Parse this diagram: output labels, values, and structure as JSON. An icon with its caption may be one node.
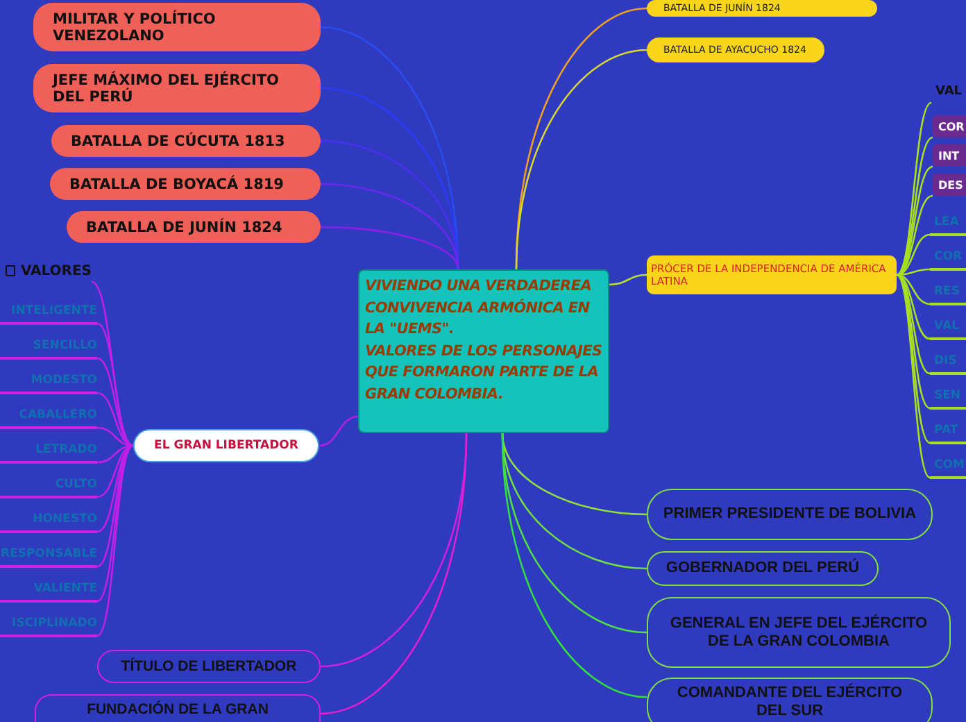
{
  "diagram": {
    "nodes": [
      {
        "text": [
          "VIVIENDO UNA VERDADEREA CONVIVENCIA ARMÓNICA EN LA \"UEMS\".",
          "VALORES DE LOS PERSONAJES QUE FORMARON PARTE DE LA GRAN COLOMBIA."
        ]
      },
      {
        "text": [
          "MILITAR Y POLÍTICO VENEZOLANO"
        ]
      },
      {
        "text": [
          "JEFE MÁXIMO DEL EJÉRCITO DEL PERÚ"
        ]
      },
      {
        "text": [
          "BATALLA DE CÚCUTA 1813"
        ]
      },
      {
        "text": [
          "BATALLA DE BOYACÁ 1819"
        ]
      },
      {
        "text": [
          "BATALLA DE JUNÍN 1824"
        ]
      },
      {
        "text": [
          "EL GRAN LIBERTADOR"
        ]
      },
      {
        "text": [
          "VALORES"
        ]
      },
      {
        "text": [
          "INTELIGENTE"
        ]
      },
      {
        "text": [
          "SENCILLO"
        ]
      },
      {
        "text": [
          "MODESTO"
        ]
      },
      {
        "text": [
          "CABALLERO"
        ]
      },
      {
        "text": [
          "LETRADO"
        ]
      },
      {
        "text": [
          "CULTO"
        ]
      },
      {
        "text": [
          "HONESTO"
        ]
      },
      {
        "text": [
          "RESPONSABLE"
        ]
      },
      {
        "text": [
          "VALIENTE"
        ]
      },
      {
        "text": [
          "ISCIPLINADO"
        ]
      },
      {
        "text": [
          "TÍTULO DE LIBERTADOR"
        ]
      },
      {
        "text": [
          "FUNDACIÓN DE LA GRAN"
        ]
      },
      {
        "text": [
          "BATALLA DE JUNÍN 1824"
        ]
      },
      {
        "text": [
          "BATALLA DE AYACUCHO 1824"
        ]
      },
      {
        "text": [
          "PRÓCER DE LA INDEPENDENCIA DE AMÉRICA LATINA"
        ]
      },
      {
        "text": [
          "VAL"
        ]
      },
      {
        "text": [
          "COR"
        ]
      },
      {
        "text": [
          "INT"
        ]
      },
      {
        "text": [
          "DES"
        ]
      },
      {
        "text": [
          "LEA"
        ]
      },
      {
        "text": [
          "COR"
        ]
      },
      {
        "text": [
          "RES"
        ]
      },
      {
        "text": [
          "VAL"
        ]
      },
      {
        "text": [
          "DIS"
        ]
      },
      {
        "text": [
          "SEN"
        ]
      },
      {
        "text": [
          "PAT"
        ]
      },
      {
        "text": [
          "COM"
        ]
      },
      {
        "text": [
          "PRIMER PRESIDENTE DE BOLIVIA"
        ]
      },
      {
        "text": [
          "GOBERNADOR DEL PERÚ"
        ]
      },
      {
        "text": [
          "GENERAL EN JEFE DEL EJÉRCITO DE LA GRAN COLOMBIA"
        ]
      },
      {
        "text": [
          "COMANDANTE DEL EJÉRCITO DEL SUR"
        ]
      }
    ],
    "edges": [
      {
        "from": 0,
        "to": 1,
        "arrow": "none",
        "color": "#2a4cf0"
      },
      {
        "from": 0,
        "to": 2,
        "arrow": "none",
        "color": "#2a3cf8"
      },
      {
        "from": 0,
        "to": 3,
        "arrow": "none",
        "color": "#4a30f0"
      },
      {
        "from": 0,
        "to": 4,
        "arrow": "none",
        "color": "#6a28f0"
      },
      {
        "from": 0,
        "to": 5,
        "arrow": "none",
        "color": "#8a20e8"
      },
      {
        "from": 0,
        "to": 6,
        "arrow": "none",
        "color": "#b020e0"
      },
      {
        "from": 6,
        "to": 7,
        "arrow": "none",
        "color": "#c020e8"
      },
      {
        "from": 6,
        "to": 8,
        "arrow": "none",
        "color": "#c020e8"
      },
      {
        "from": 6,
        "to": 9,
        "arrow": "none",
        "color": "#c020e8"
      },
      {
        "from": 6,
        "to": 10,
        "arrow": "none",
        "color": "#c020e8"
      },
      {
        "from": 6,
        "to": 11,
        "arrow": "none",
        "color": "#c020e8"
      },
      {
        "from": 6,
        "to": 12,
        "arrow": "none",
        "color": "#c020e8"
      },
      {
        "from": 6,
        "to": 13,
        "arrow": "none",
        "color": "#c020e8"
      },
      {
        "from": 6,
        "to": 14,
        "arrow": "none",
        "color": "#c020e8"
      },
      {
        "from": 6,
        "to": 15,
        "arrow": "none",
        "color": "#c020e8"
      },
      {
        "from": 6,
        "to": 16,
        "arrow": "none",
        "color": "#c020e8"
      },
      {
        "from": 6,
        "to": 17,
        "arrow": "none",
        "color": "#c020e8"
      },
      {
        "from": 0,
        "to": 18,
        "arrow": "none",
        "color": "#d020e0"
      },
      {
        "from": 0,
        "to": 19,
        "arrow": "none",
        "color": "#e020d0"
      },
      {
        "from": 0,
        "to": 20,
        "arrow": "none",
        "color": "#f0a020"
      },
      {
        "from": 0,
        "to": 21,
        "arrow": "none",
        "color": "#d8d830"
      },
      {
        "from": 0,
        "to": 22,
        "arrow": "none",
        "color": "#b8e030"
      },
      {
        "from": 22,
        "to": 23,
        "arrow": "none",
        "color": "#a8e020"
      },
      {
        "from": 22,
        "to": 24,
        "arrow": "none",
        "color": "#a8e020"
      },
      {
        "from": 22,
        "to": 25,
        "arrow": "none",
        "color": "#a8e020"
      },
      {
        "from": 22,
        "to": 26,
        "arrow": "none",
        "color": "#a8e020"
      },
      {
        "from": 22,
        "to": 27,
        "arrow": "none",
        "color": "#a8e020"
      },
      {
        "from": 22,
        "to": 28,
        "arrow": "none",
        "color": "#a8e020"
      },
      {
        "from": 22,
        "to": 29,
        "arrow": "none",
        "color": "#a8e020"
      },
      {
        "from": 22,
        "to": 30,
        "arrow": "none",
        "color": "#a8e020"
      },
      {
        "from": 22,
        "to": 31,
        "arrow": "none",
        "color": "#a8e020"
      },
      {
        "from": 22,
        "to": 32,
        "arrow": "none",
        "color": "#a8e020"
      },
      {
        "from": 22,
        "to": 33,
        "arrow": "none",
        "color": "#a8e020"
      },
      {
        "from": 22,
        "to": 34,
        "arrow": "none",
        "color": "#a8e020"
      },
      {
        "from": 0,
        "to": 35,
        "arrow": "none",
        "color": "#90e040"
      },
      {
        "from": 0,
        "to": 36,
        "arrow": "none",
        "color": "#70e040"
      },
      {
        "from": 0,
        "to": 37,
        "arrow": "none",
        "color": "#50e040"
      },
      {
        "from": 0,
        "to": 38,
        "arrow": "none",
        "color": "#30e040"
      }
    ]
  }
}
